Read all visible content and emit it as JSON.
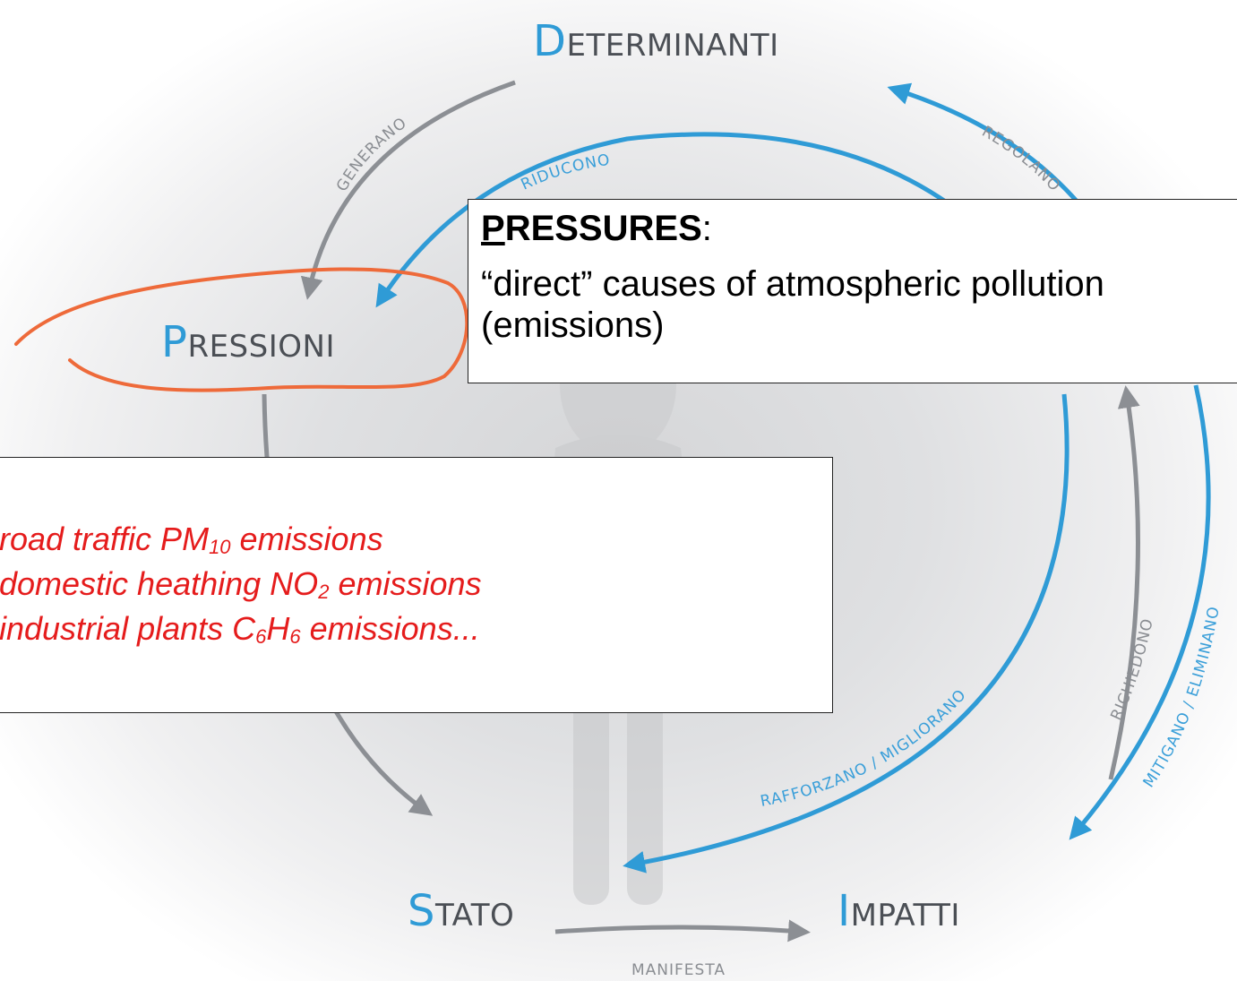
{
  "diagram": {
    "nodes": {
      "determinanti": {
        "initial": "D",
        "rest": "ETERMINANTI"
      },
      "pressioni": {
        "initial": "P",
        "rest": "RESSIONI"
      },
      "stato": {
        "initial": "S",
        "rest": "TATO"
      },
      "impatti": {
        "initial": "I",
        "rest": "MPATTI"
      }
    },
    "verbs": {
      "generano": "GENERANO",
      "riducono": "RIDUCONO",
      "regolano": "REGOLANO",
      "manifesta": "MANIFESTA",
      "richiedono": "RICHIEDONO",
      "mitigano_eliminano": "MITIGANO / ELIMINANO",
      "rafforzano_migliorano": "RAFFORZANO / MIGLIORANO"
    },
    "colors": {
      "accent": "#2f9bd6",
      "gray_arrow": "#8c8f94",
      "highlight": "#ee6a3a"
    }
  },
  "callout_pressures": {
    "title_initial": "P",
    "title_rest": "RESSURES",
    "colon": ":",
    "line1": "“direct” causes of atmospheric pollution",
    "line2": "(emissions)"
  },
  "callout_examples": {
    "items": [
      {
        "before": "- road traffic PM",
        "sub": "10",
        "after": " emissions"
      },
      {
        "before": "- domestic heathing NO",
        "sub": "2",
        "after": " emissions"
      },
      {
        "before": "- industrial plants C",
        "sub": "6",
        "mid": "H",
        "sub2": "6",
        "after": " emissions..."
      }
    ]
  }
}
